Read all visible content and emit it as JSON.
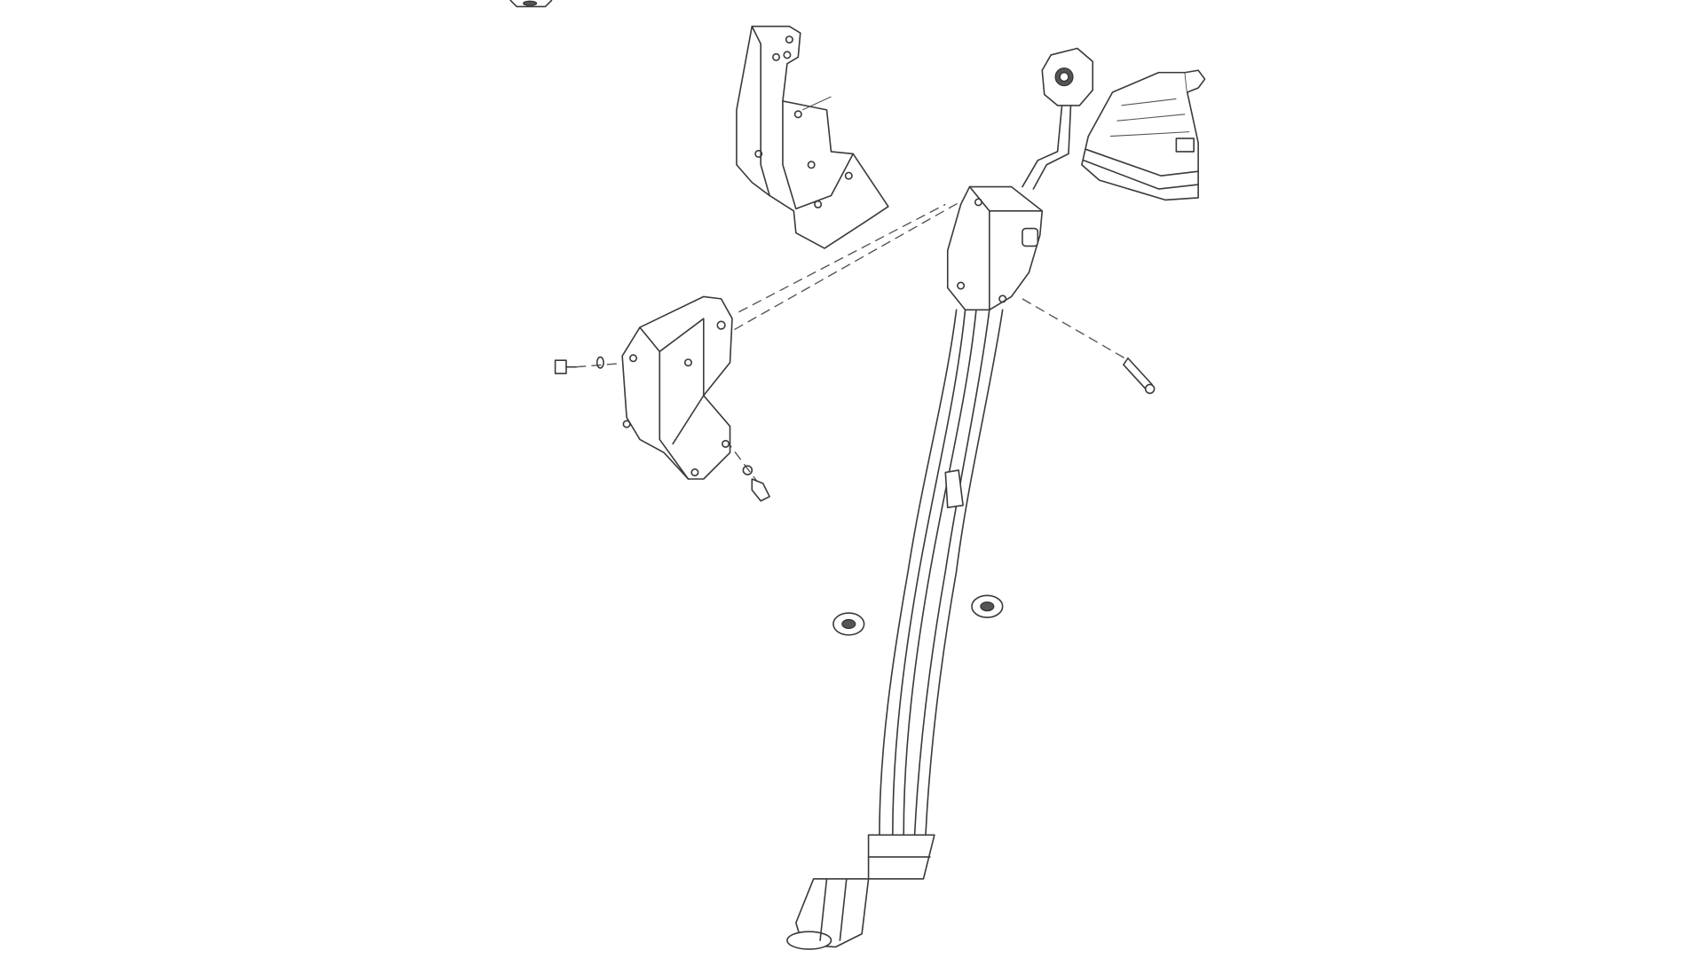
{
  "diagram": {
    "colors": {
      "line": "#3a3a3a",
      "background": "#ffffff"
    },
    "parts": [
      "bracket-upper",
      "bracket-side",
      "shift-lever-housing",
      "shift-knob",
      "shift-boot",
      "cable-harness",
      "grommet-left",
      "grommet-right",
      "pin",
      "bolt-left",
      "bolt-lower",
      "connector"
    ]
  }
}
